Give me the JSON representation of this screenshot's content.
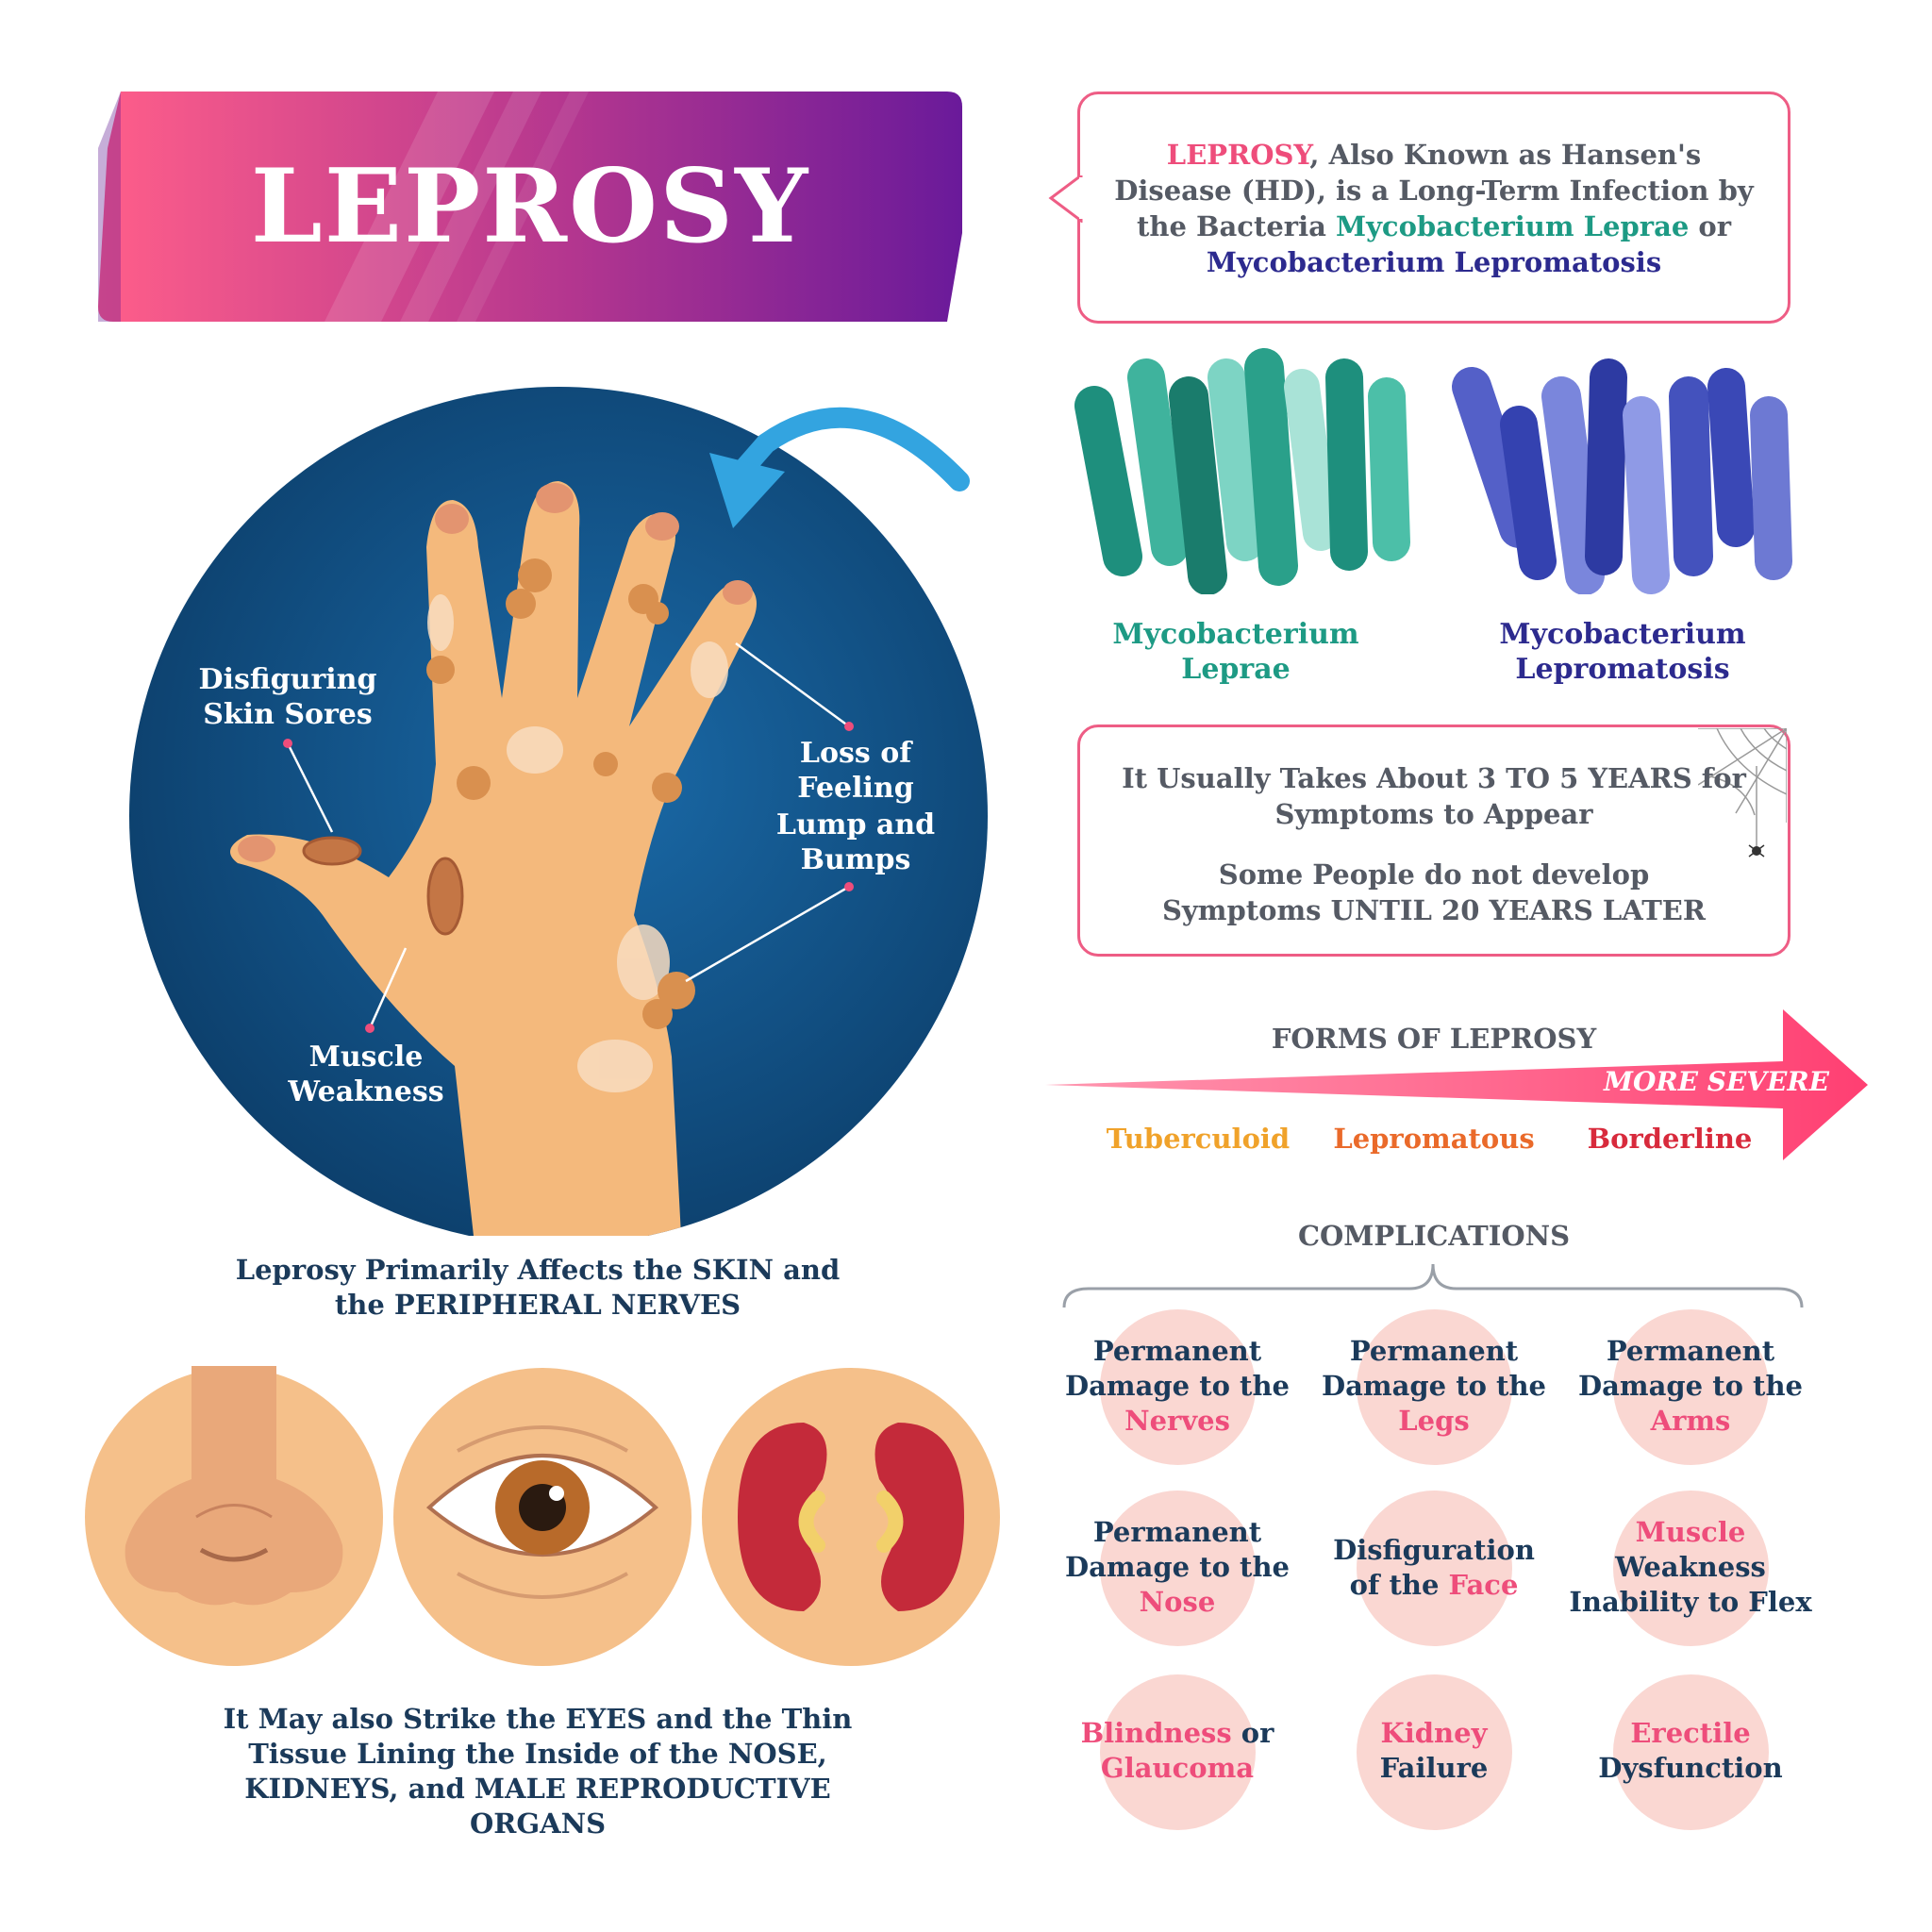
{
  "title": "LEPROSY",
  "intro": {
    "line1_a": "LEPROSY",
    "line1_b": ", Also Known as Hansen's",
    "line2": "Disease (HD), is a Long-Term Infection by",
    "line3_a": "the Bacteria ",
    "line3_b": "Mycobacterium Leprae",
    "line3_c": " or",
    "line4": "Mycobacterium Lepromatosis"
  },
  "bacteria": [
    {
      "line1": "Mycobacterium",
      "line2": "Leprae",
      "color": "#1d9a84"
    },
    {
      "line1": "Mycobacterium",
      "line2": "Lepromatosis",
      "color": "#2c2a8e"
    }
  ],
  "timing": {
    "p1_line1": "It Usually Takes About 3 TO 5 YEARS for",
    "p1_line2": "Symptoms to Appear",
    "p2_line1": "Some People do not develop",
    "p2_line2": "Symptoms UNTIL 20 YEARS LATER"
  },
  "hand_labels": {
    "sores_1": "Disfiguring",
    "sores_2": "Skin Sores",
    "feeling": "Loss of Feeling",
    "lump_1": "Lump and",
    "lump_2": "Bumps",
    "muscle_1": "Muscle",
    "muscle_2": "Weakness"
  },
  "affects": {
    "line1": "Leprosy Primarily Affects the SKIN and",
    "line2": "the PERIPHERAL NERVES"
  },
  "strikes": {
    "line1": "It May also Strike the EYES and the Thin",
    "line2": "Tissue Lining the Inside of the NOSE,",
    "line3": "KIDNEYS, and MALE REPRODUCTIVE",
    "line4": "ORGANS"
  },
  "forms": {
    "heading": "FORMS OF LEPROSY",
    "severity": "MORE SEVERE",
    "items": [
      {
        "label": "Tuberculoid",
        "color": "#f0a22a"
      },
      {
        "label": "Lepromatous",
        "color": "#ea6a2a"
      },
      {
        "label": "Borderline",
        "color": "#d82a3c"
      }
    ]
  },
  "complications": {
    "heading": "COMPLICATIONS",
    "items": [
      {
        "dark": "Permanent\nDamage to the",
        "pink": "Nerves"
      },
      {
        "dark": "Permanent\nDamage to the",
        "pink": "Legs"
      },
      {
        "dark": "Permanent\nDamage to the",
        "pink": "Arms"
      },
      {
        "dark": "Permanent\nDamage to the",
        "pink": "Nose"
      },
      {
        "a": "Disfiguration",
        "b": "of the ",
        "c": "Face"
      },
      {
        "a": "Muscle",
        "b": "Weakness",
        "c": "Inability to Flex"
      },
      {
        "a": "Blindness",
        "b": " or",
        "c": "Glaucoma"
      },
      {
        "a": "Kidney",
        "b": "Failure"
      },
      {
        "a": "Erectile",
        "b": "Dysfunction"
      }
    ]
  },
  "colors": {
    "accent_pink": "#ee4d7b",
    "banner_start": "#ff5e8a",
    "banner_end": "#6a1a9a",
    "circle_blue": "#0f4b7c",
    "text_dark": "#1b3a5a"
  }
}
